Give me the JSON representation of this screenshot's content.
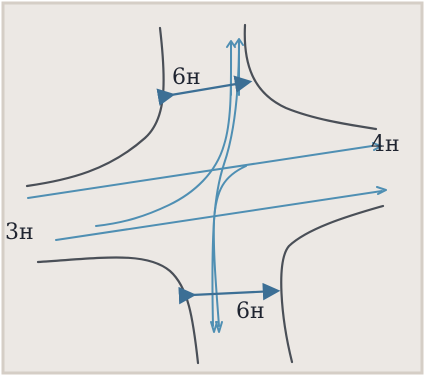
{
  "labels": {
    "top_width": "6н",
    "bottom_width": "6н",
    "left_road": "3н",
    "right_road": "4н"
  },
  "colors": {
    "edge": "#4a4f57",
    "lane": "#4f8fb3",
    "dimension": "#3c6f95"
  }
}
